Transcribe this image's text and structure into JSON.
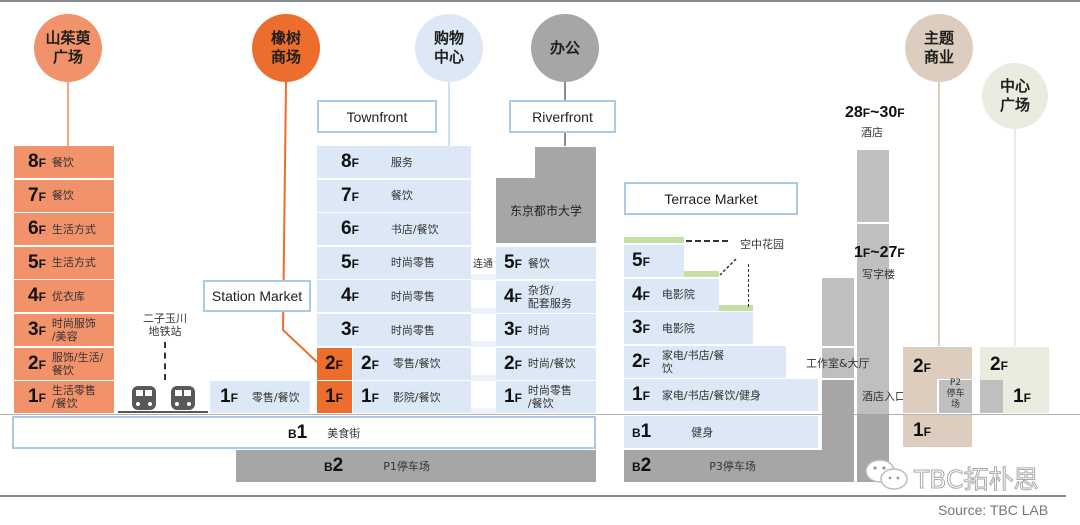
{
  "categories": {
    "shanzhuyu": "山茱萸\n广场",
    "xiangshu": "橡树\n商场",
    "gouwu": "购物\n中心",
    "bangong": "办公",
    "zhuti": "主题\n商业",
    "zhongxin": "中心\n广场"
  },
  "colors": {
    "shanzhuyu": "#f2926b",
    "xiangshu": "#ed6d2c",
    "gouwu": "#dce8f5",
    "bangong": "#a6a6a6",
    "zhuti": "#dccdbf",
    "zhongxin": "#ecebdf"
  },
  "buildings": {
    "shanzhuyu": {
      "floors": [
        {
          "n": "8",
          "label": "餐饮"
        },
        {
          "n": "7",
          "label": "餐饮"
        },
        {
          "n": "6",
          "label": "生活方式"
        },
        {
          "n": "5",
          "label": "生活方式"
        },
        {
          "n": "4",
          "label": "优衣库"
        },
        {
          "n": "3",
          "label": "时尚服饰\n/美容"
        },
        {
          "n": "2",
          "label": "服饰/生活/\n餐饮"
        },
        {
          "n": "1",
          "label": "生活零售\n/餐饮"
        }
      ]
    },
    "station_market": {
      "title": "Station Market",
      "floor": {
        "n": "1",
        "label": "零售/餐饮"
      }
    },
    "subway": {
      "label": "二子玉川\n地铁站"
    },
    "townfront": {
      "title": "Townfront",
      "floors": [
        {
          "n": "8",
          "label": "服务"
        },
        {
          "n": "7",
          "label": "餐饮"
        },
        {
          "n": "6",
          "label": "书店/餐饮"
        },
        {
          "n": "5",
          "label": "时尚零售"
        },
        {
          "n": "4",
          "label": "时尚零售"
        },
        {
          "n": "3",
          "label": "时尚零售"
        },
        {
          "n": "2",
          "label": "零售/餐饮"
        },
        {
          "n": "1",
          "label": "影院/餐饮"
        }
      ],
      "oak_floors": [
        "2",
        "1"
      ]
    },
    "connector": {
      "label": "连通"
    },
    "riverfront": {
      "title": "Riverfront",
      "university": "东京都市大学",
      "floors": [
        {
          "n": "5",
          "label": "餐饮"
        },
        {
          "n": "4",
          "label": "杂货/\n配套服务"
        },
        {
          "n": "3",
          "label": "时尚"
        },
        {
          "n": "2",
          "label": "时尚/餐饮"
        },
        {
          "n": "1",
          "label": "时尚零售\n/餐饮"
        }
      ]
    },
    "basement": {
      "b1": {
        "n": "1",
        "label": "美食街"
      },
      "b2": {
        "n": "2",
        "label": "P1停车场"
      }
    },
    "terrace": {
      "title": "Terrace Market",
      "sky_garden": "空中花园",
      "floors": [
        {
          "n": "5",
          "label": ""
        },
        {
          "n": "4",
          "label": "电影院"
        },
        {
          "n": "3",
          "label": "电影院"
        },
        {
          "n": "2",
          "label": "家电/书店/餐\n饮"
        },
        {
          "n": "1",
          "label": "家电/书店/餐饮/健身"
        }
      ],
      "b1": {
        "n": "1",
        "label": "健身"
      },
      "b2": {
        "n": "2",
        "label": "P3停车场"
      }
    },
    "tower": {
      "hotel_range": {
        "a": "28",
        "b": "30"
      },
      "hotel_label": "酒店",
      "office_range": {
        "a": "1",
        "b": "27"
      },
      "office_label": "写字楼",
      "studio_label": "工作室&大厅",
      "hotel_entrance": "酒店入口"
    },
    "theme": {
      "floors": [
        "2",
        "1"
      ],
      "parking": "P2\n停车\n场"
    },
    "plaza": {
      "floors": [
        "2",
        "1"
      ]
    }
  },
  "footer": {
    "watermark": "TBC拓朴思",
    "source": "Source: TBC LAB"
  },
  "suffix": {
    "floor": "F",
    "basement": "B"
  }
}
